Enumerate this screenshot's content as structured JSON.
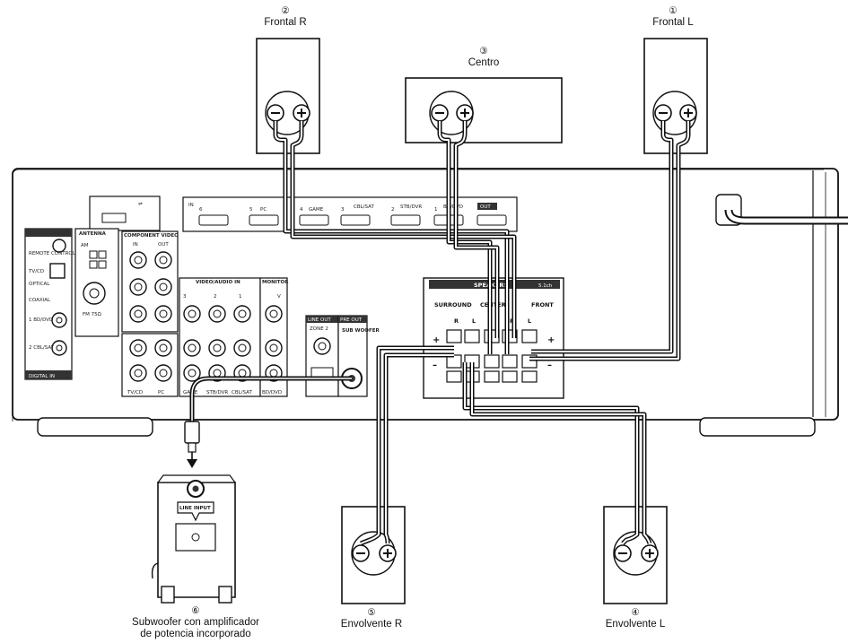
{
  "speakers": {
    "front_r": {
      "number": "②",
      "name": "Frontal R"
    },
    "center": {
      "number": "③",
      "name": "Centro"
    },
    "front_l": {
      "number": "①",
      "name": "Frontal L"
    },
    "surround_l": {
      "number": "④",
      "name": "Envolvente L"
    },
    "surround_r": {
      "number": "⑤",
      "name": "Envolvente R"
    },
    "subwoofer": {
      "number": "⑥",
      "name_line1": "Subwoofer con amplificador",
      "name_line2": "de potencia incorporado",
      "input_label": "LINE INPUT"
    }
  },
  "receiver": {
    "speakers_panel": "SPEAKERS",
    "channel_tag": "5.1ch",
    "surround": "SURROUND",
    "center": "CENTER",
    "front": "FRONT",
    "r": "R",
    "l": "L",
    "plus": "+",
    "minus": "–",
    "pre_out": "PRE OUT",
    "subwoofer": "SUB WOOFER",
    "line_out": "LINE OUT",
    "zone2": "ZONE 2",
    "antenna": "ANTENNA",
    "am": "AM",
    "fm": "FM 75Ω",
    "component_video": "COMPONENT VIDEO",
    "video_audio_in": "VIDEO/AUDIO IN",
    "monitor": "MONITOR",
    "digital_in": "DIGITAL IN",
    "optical": "OPTICAL",
    "coaxial": "COAXIAL",
    "rem": "REMOTE CONTROL",
    "hdmi_out": "OUT",
    "hdmi_in": "IN",
    "hdmi_labels": [
      "6",
      "5",
      "4",
      "3",
      "2",
      "1"
    ],
    "hdmi_sublabels": [
      "",
      "PC",
      "GAME",
      "CBL/SAT",
      "STB/DVR",
      "BD/DVD"
    ],
    "va_labels": [
      "3",
      "2",
      "1",
      "V"
    ],
    "va_bottom": [
      "TV/CD",
      "PC",
      "GAME",
      "STB/DVR",
      "CBL/SAT",
      "BD/DVD"
    ],
    "dig_labels": [
      "TV/CD",
      "1 BD/DVD",
      "2 CBL/SAT"
    ],
    "comp_labels": [
      "IN",
      "OUT"
    ]
  }
}
